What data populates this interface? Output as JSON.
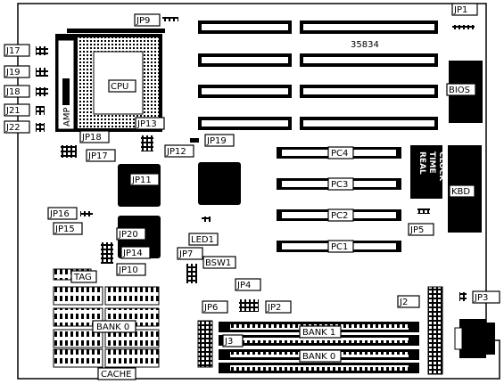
{
  "board": {
    "serial": "35834",
    "labels": {
      "jp1": "JP1",
      "jp9": "JP9",
      "j17": "J17",
      "j19": "J19",
      "j18": "J18",
      "j21": "J21",
      "j22": "J22",
      "cpu": "CPU",
      "amp": "AMP",
      "bios": "BIOS",
      "jp13": "JP13",
      "jp18": "JP18",
      "jp12": "JP12",
      "jp19": "JP19",
      "jp17": "JP17",
      "jp11": "JP11",
      "pc4": "PC4",
      "pc3": "PC3",
      "pc2": "PC2",
      "pc1": "PC1",
      "rtc_line1": "REAL",
      "rtc_line2": "TIME",
      "rtc_line3": "CLOCK",
      "kbd": "KBD",
      "jp16": "JP16",
      "jp15": "JP15",
      "jp5": "JP5",
      "jp20": "JP20",
      "led1": "LED1",
      "jp14": "JP14",
      "jp7": "JP7",
      "bsw1": "BSW1",
      "jp10": "JP10",
      "tag": "TAG",
      "jp4": "JP4",
      "jp6": "JP6",
      "jp2": "JP2",
      "j2": "J2",
      "jp3": "JP3",
      "bank0_cache": "BANK 0",
      "bank1": "BANK 1",
      "bank0": "BANK 0",
      "j3": "J3",
      "cache": "CACHE"
    }
  }
}
